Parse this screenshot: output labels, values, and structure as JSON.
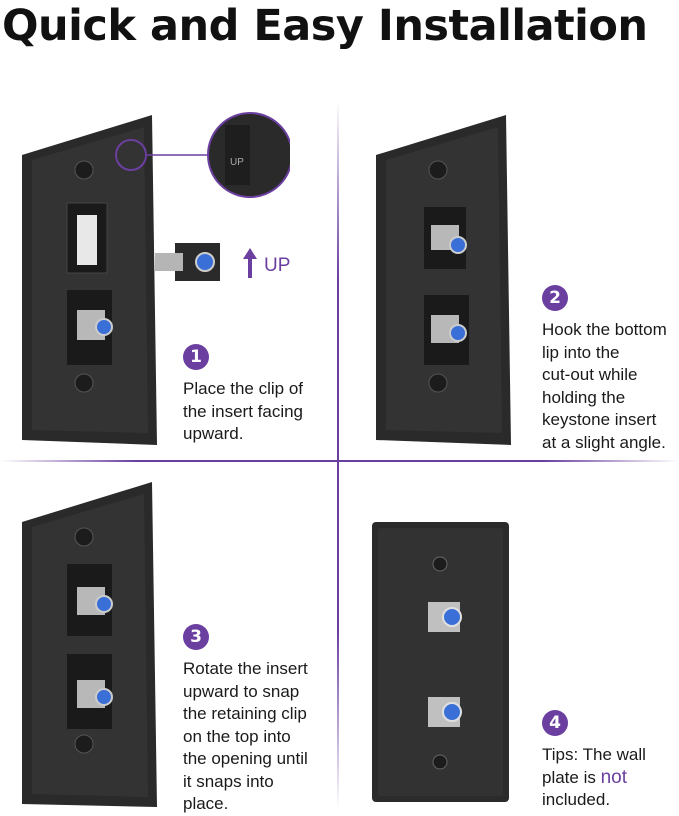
{
  "title": "Quick and Easy Installation",
  "colors": {
    "accent": "#6b3fa0",
    "plate": "#2b2b2b",
    "connector_blue": "#3a6fd8"
  },
  "callout": {
    "up_label": "UP",
    "zoom_text": "UP"
  },
  "steps": [
    {
      "number": "1",
      "lines": [
        "Place the clip of",
        "the insert facing",
        "upward."
      ]
    },
    {
      "number": "2",
      "lines": [
        "Hook the bottom",
        "lip into the",
        "cut-out while",
        "holding the",
        "keystone insert",
        "at a slight angle."
      ]
    },
    {
      "number": "3",
      "lines": [
        "Rotate the insert",
        "upward to snap",
        "the retaining clip",
        "on the top into",
        "the opening until",
        "it snaps into",
        "place."
      ]
    },
    {
      "number": "4",
      "tips_prefix": "Tips: The wall",
      "tips_mid": "plate is ",
      "tips_emph": "not",
      "tips_end": "included."
    }
  ]
}
